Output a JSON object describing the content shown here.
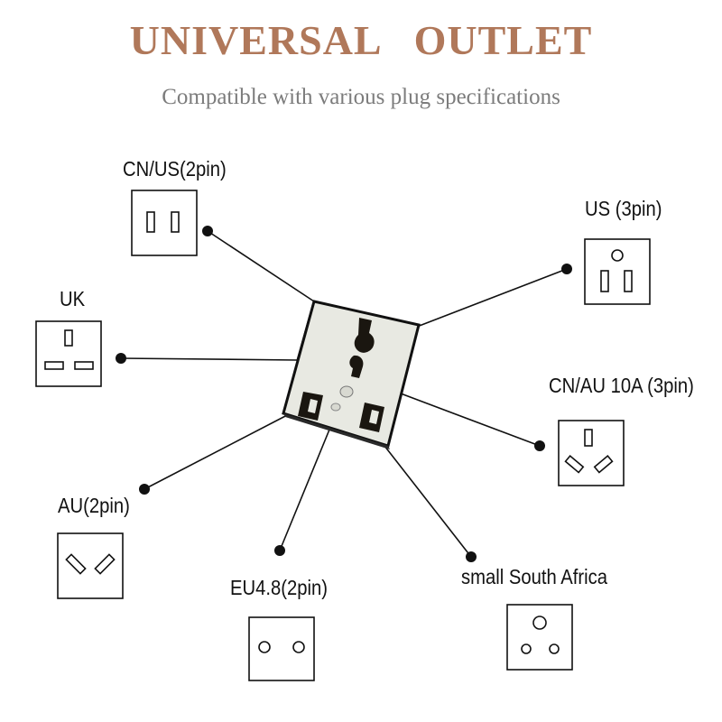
{
  "title": "UNIVERSAL   OUTLET",
  "subtitle": "Compatible with various plug specifications",
  "plug_types": {
    "cn_us_2pin": "CN/US(2pin)",
    "us_3pin": "US (3pin)",
    "uk": "UK",
    "cn_au_10a": "CN/AU 10A (3pin)",
    "au_2pin": "AU(2pin)",
    "eu_4_8": "EU4.8(2pin)",
    "south_africa": "small South Africa"
  },
  "colors": {
    "title": "#b0785a",
    "subtitle": "#7c7c7c",
    "line": "#111111",
    "outlet_face": "#e8e9e2",
    "outlet_slot": "#1a1610"
  }
}
